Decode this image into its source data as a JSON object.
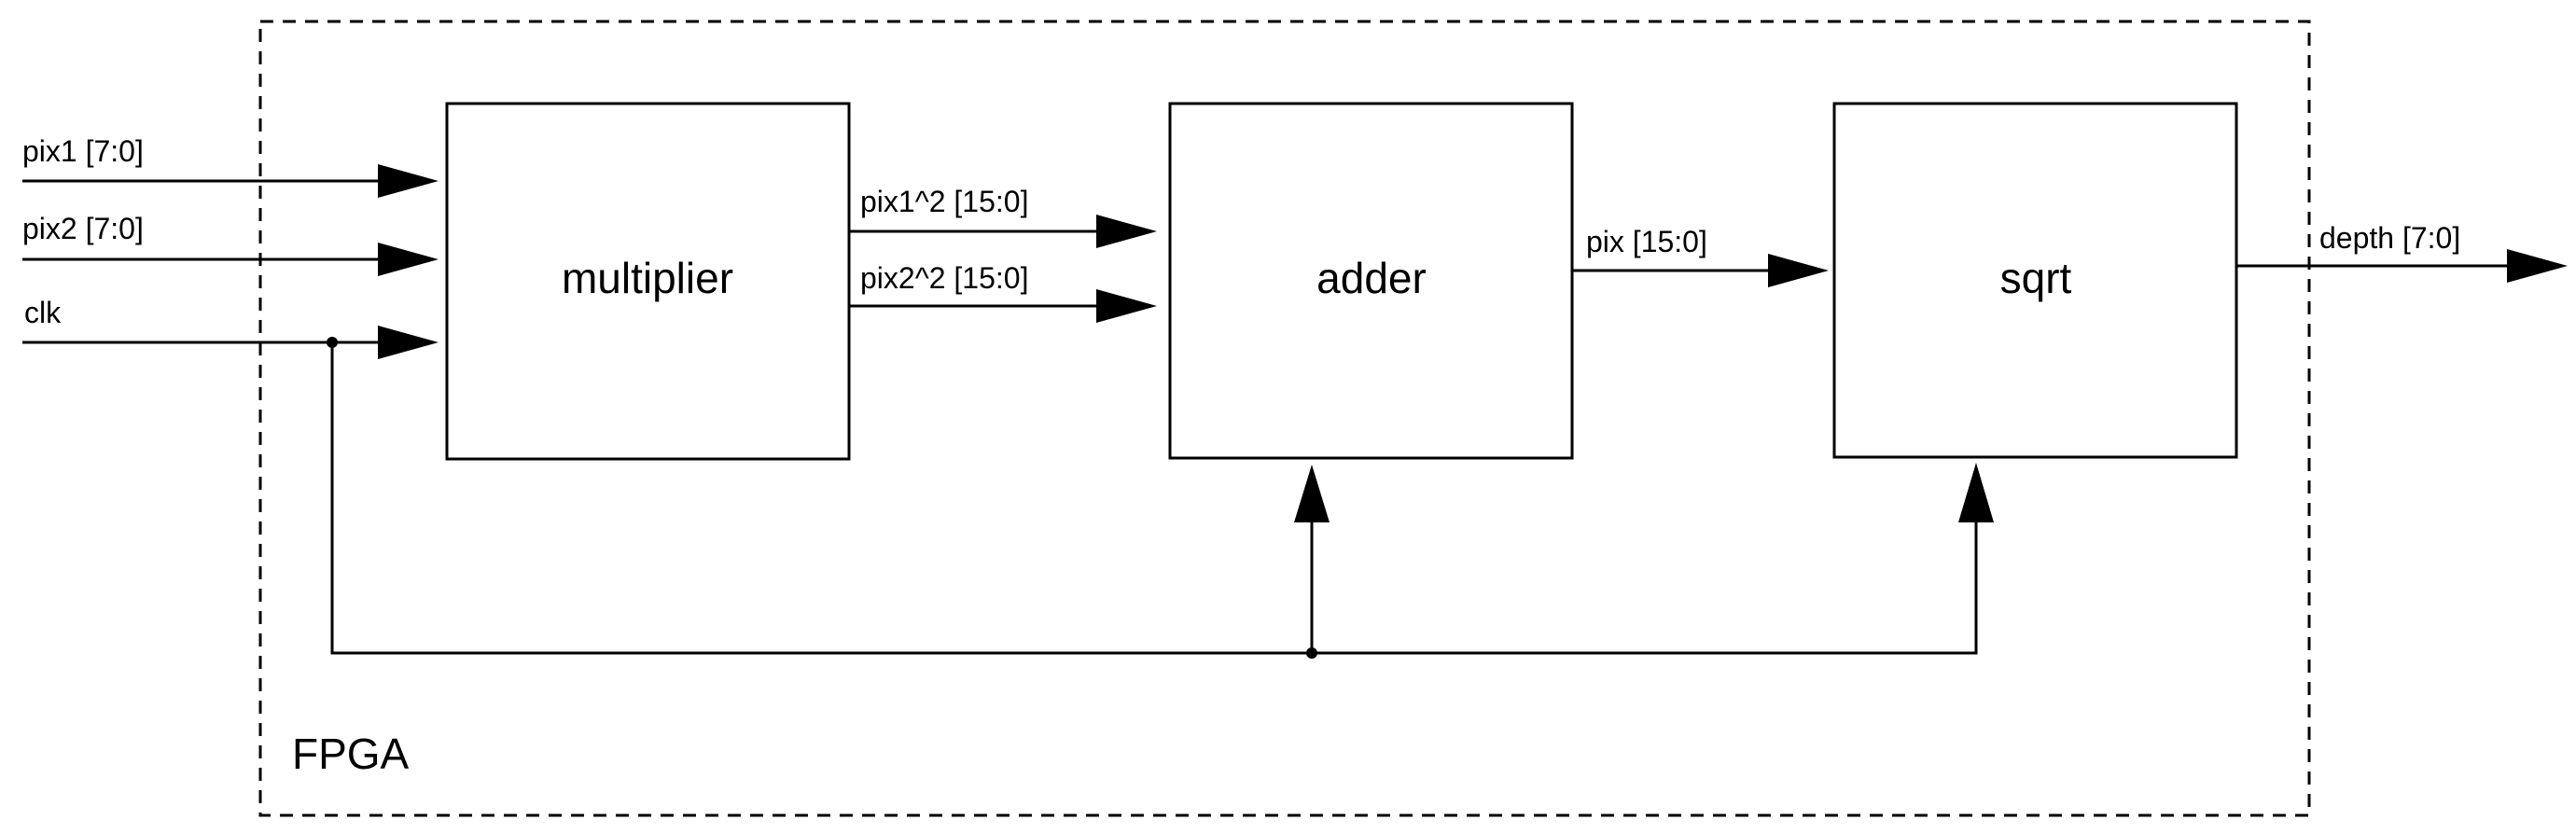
{
  "diagram": {
    "region": {
      "label": "FPGA"
    },
    "blocks": {
      "multiplier": {
        "label": "multiplier"
      },
      "adder": {
        "label": "adder"
      },
      "sqrt": {
        "label": "sqrt"
      }
    },
    "inputs": {
      "pix1": {
        "label": "pix1 [7:0]"
      },
      "pix2": {
        "label": "pix2 [7:0]"
      },
      "clk": {
        "label": "clk"
      }
    },
    "internal_signals": {
      "pix1_sq": {
        "label": "pix1^2 [15:0]"
      },
      "pix2_sq": {
        "label": "pix2^2 [15:0]"
      },
      "pix": {
        "label": "pix [15:0]"
      }
    },
    "outputs": {
      "depth": {
        "label": "depth [7:0]"
      }
    }
  }
}
